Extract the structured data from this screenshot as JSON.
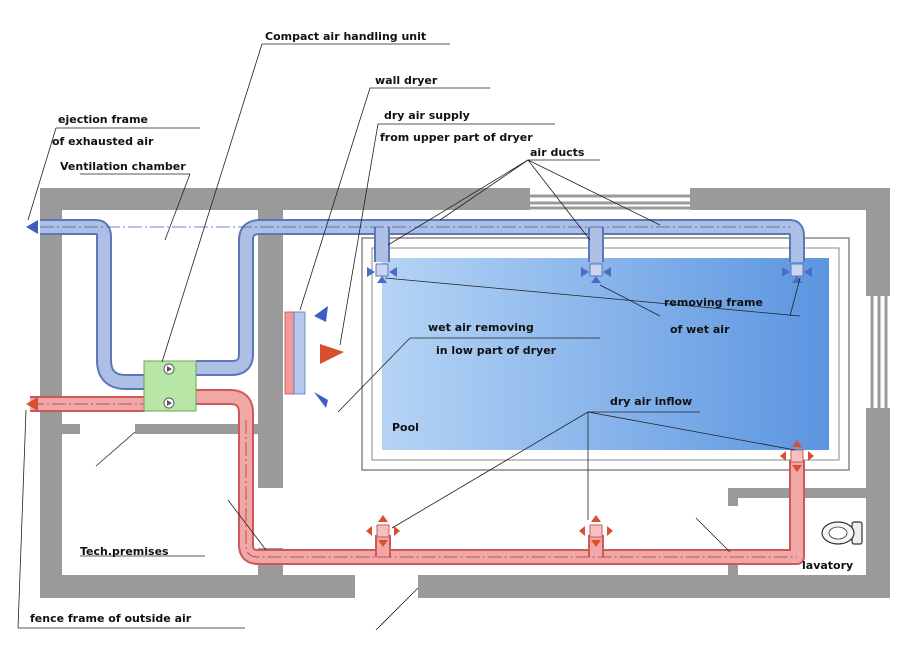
{
  "labels": {
    "compact_ahu": "Compact air handling unit",
    "wall_dryer": "wall dryer",
    "dry_air_supply_1": "dry air supply",
    "dry_air_supply_2": "from upper part of dryer",
    "ejection_frame_1": "ejection frame",
    "ejection_frame_2": "of exhausted air",
    "ventilation_chamber": "Ventilation chamber",
    "air_ducts": "air ducts",
    "removing_frame_1": "removing  frame",
    "removing_frame_2": "of wet air",
    "wet_air_removing_1": "wet air removing",
    "wet_air_removing_2": "in low part of dryer",
    "dry_air_inflow": "dry air inflow",
    "pool": "Pool",
    "tech_premises": "Tech.premises",
    "lavatory": "lavatory",
    "fence_frame": "fence frame of outside air"
  },
  "colors": {
    "wall": "#9a9a9a",
    "exhaust_duct": "#aebfe6",
    "exhaust_outline": "#5d76b8",
    "supply_duct": "#f2a7a7",
    "supply_outline": "#cc5a5a",
    "ahu": "#b8e6a6",
    "pool_light": "#b5d4f5",
    "pool_dark": "#5b95e0",
    "arrow_blue": "#3d5ec0",
    "arrow_red": "#d8502f"
  }
}
